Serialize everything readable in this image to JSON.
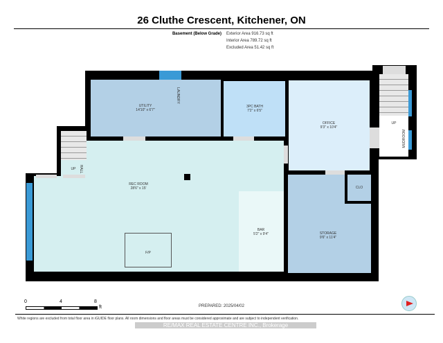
{
  "header": {
    "title": "26 Cluthe Crescent, Kitchener, ON",
    "level": "Basement (Below Grade)",
    "exterior_area": "Exterior Area 916.73 sq ft",
    "interior_area": "Interior Area 789.72 sq ft",
    "excluded_area": "Excluded Area 51.42 sq ft"
  },
  "rooms": {
    "utility": {
      "name": "UTILITY",
      "dims": "14'10\" x 6'7\""
    },
    "laundry": {
      "name": "LAUNDRY"
    },
    "bath": {
      "name": "3PC BATH",
      "dims": "7'2\" x 6'5\""
    },
    "office": {
      "name": "OFFICE",
      "dims": "9'3\" x 10'4\""
    },
    "mudroom": {
      "name": "MUDROOM",
      "up": "UP"
    },
    "hall": {
      "name": "HALL",
      "up": "UP"
    },
    "rec": {
      "name": "REC ROOM",
      "dims": "28'6\" x 15'"
    },
    "bar": {
      "name": "BAR",
      "dims": "5'2\" x 9'4\""
    },
    "fp": {
      "name": "F/P"
    },
    "clo": {
      "name": "CLO"
    },
    "storage": {
      "name": "STORAGE",
      "dims": "9'6\" x 11'4\""
    }
  },
  "scale": {
    "t0": "0",
    "t1": "4",
    "t2": "8",
    "unit": "ft"
  },
  "prepared": "PREPARED: 2025/04/02",
  "compass_icon": "north-arrow-icon",
  "disclaimer": "White regions are excluded from total floor area in iGUIDE floor plans. All room dimensions and floor areas must be considered approximate and are subject to independent verification.",
  "watermark": "RE/MAX REAL ESTATE CENTRE INC., Brokerage",
  "colors": {
    "utility": "#b3d0e6",
    "bath": "#bfe0f7",
    "office": "#dceefa",
    "rec": "#d5eff0",
    "bar": "#eaf8f8",
    "window": "#3a9ad6"
  }
}
